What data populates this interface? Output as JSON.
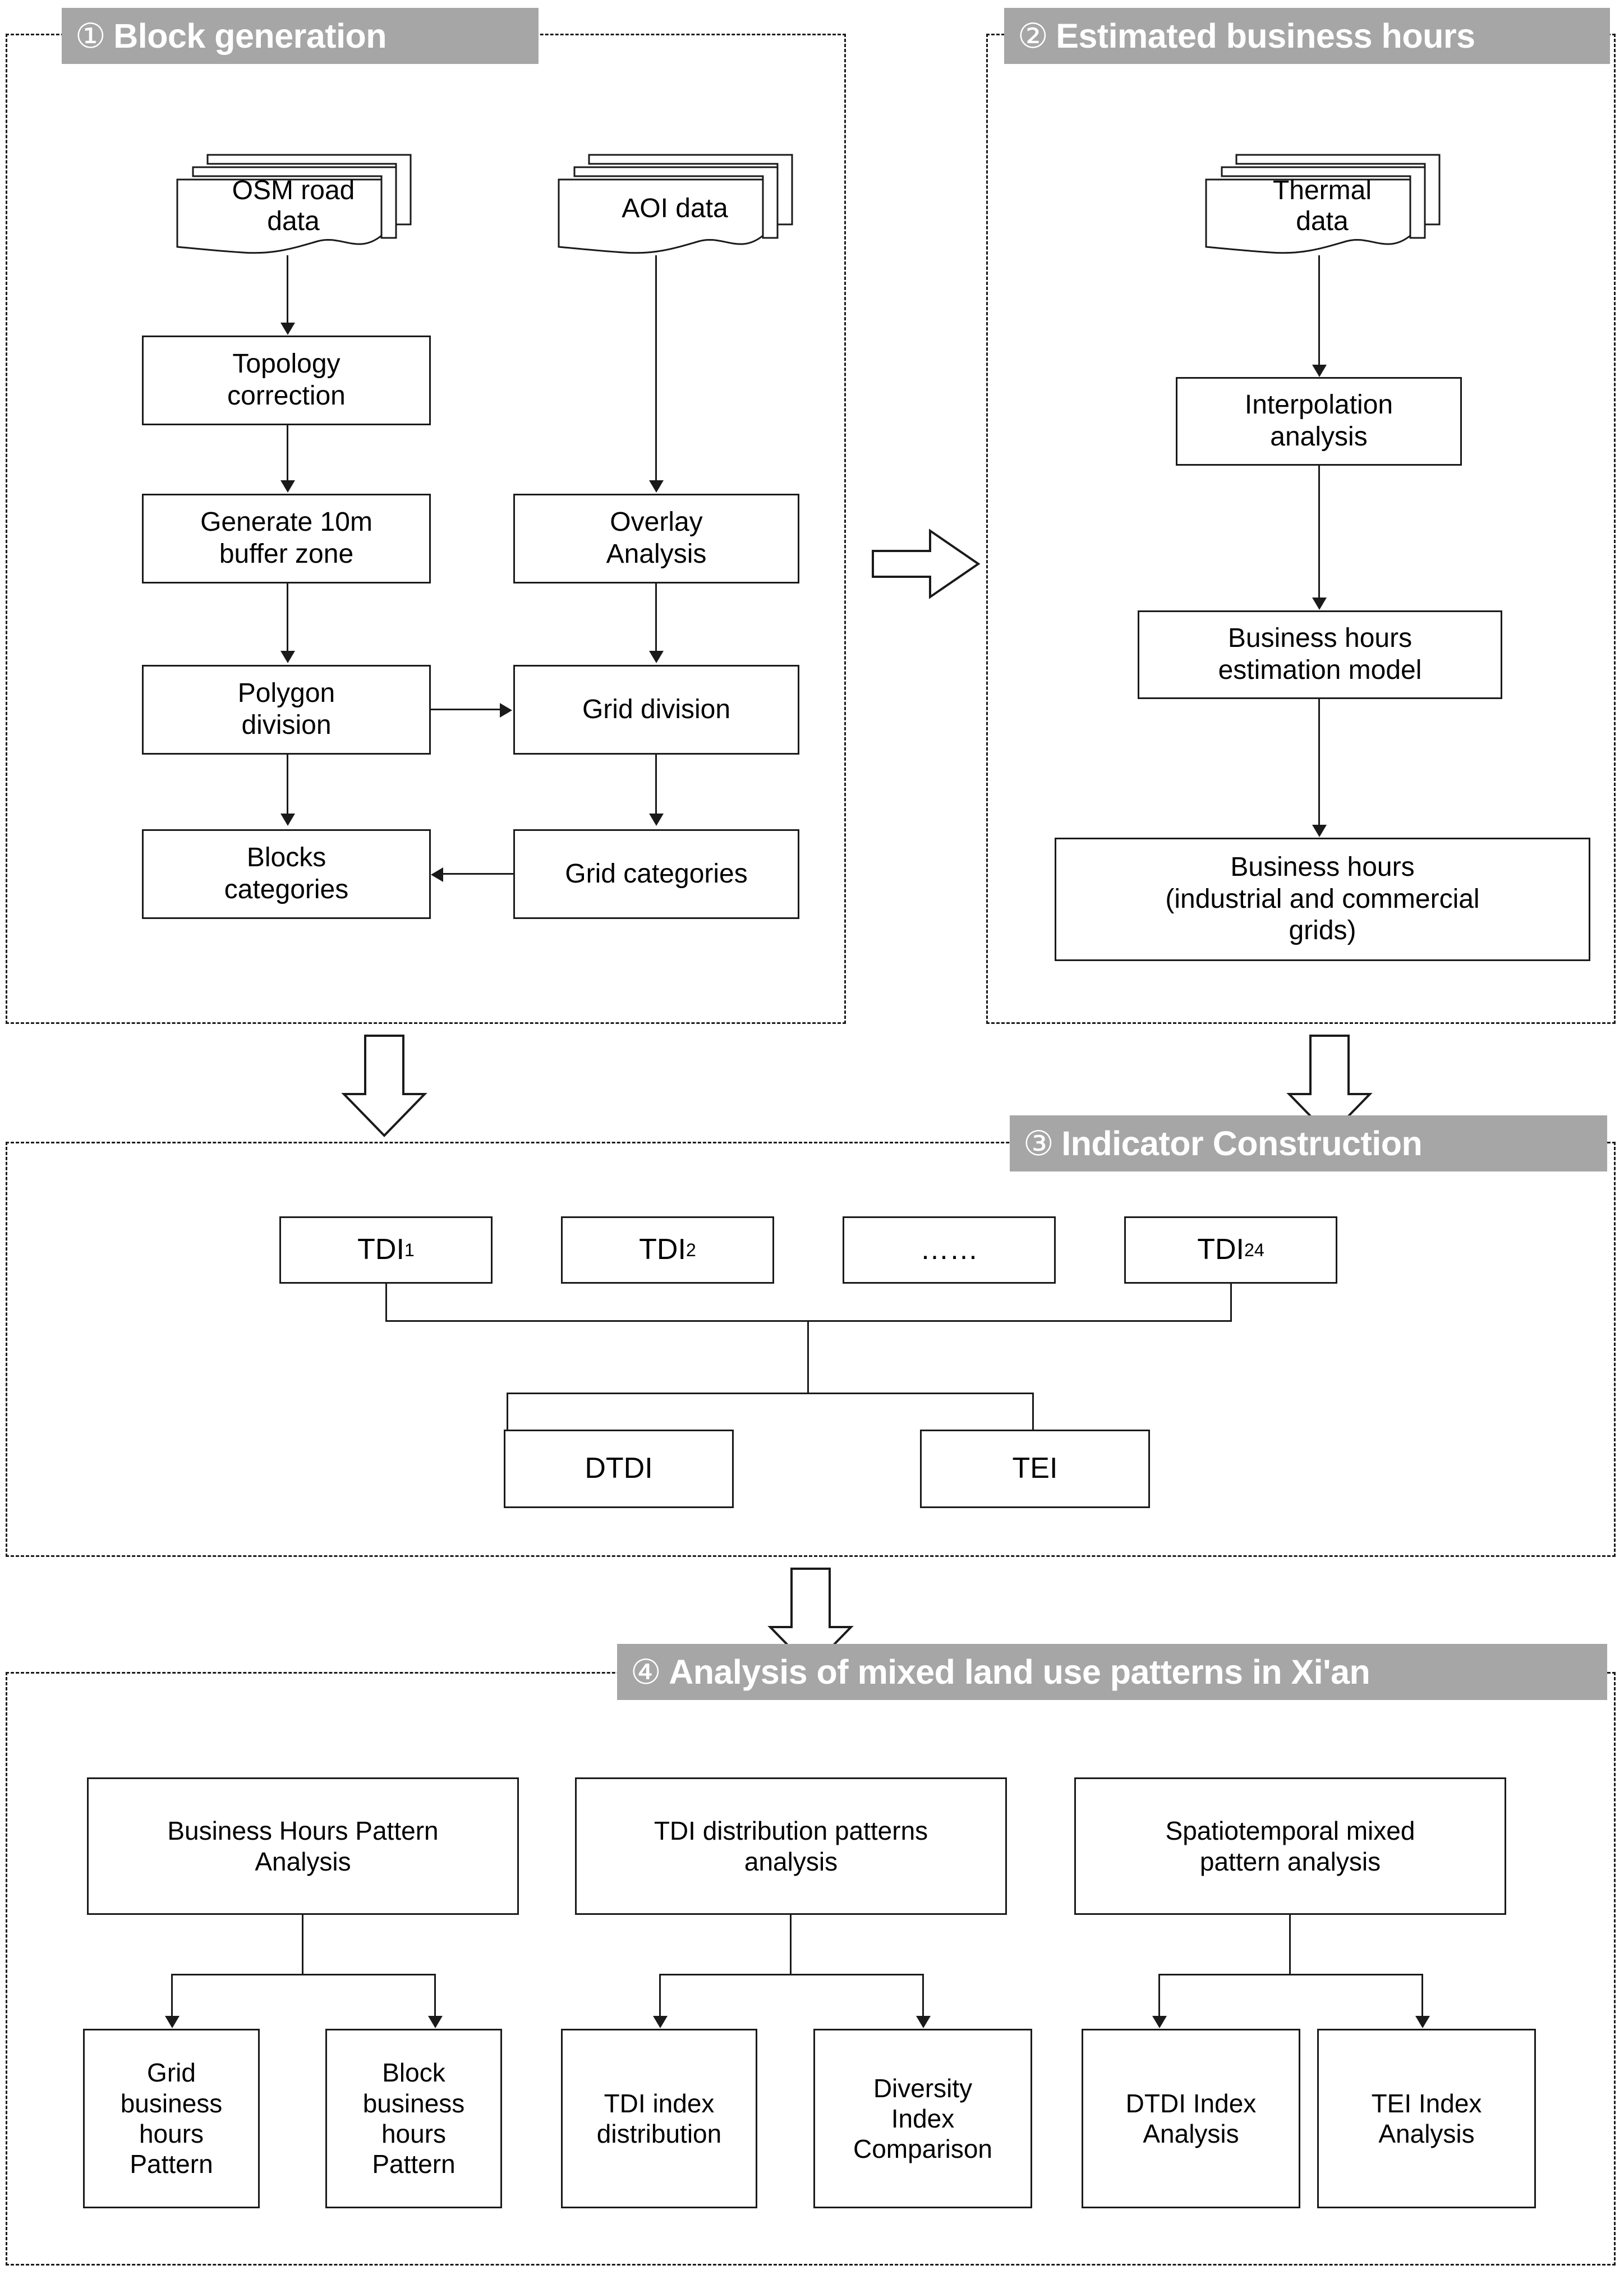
{
  "sections": [
    {
      "number": "①",
      "title": "Block generation"
    },
    {
      "number": "②",
      "title": "Estimated business hours"
    },
    {
      "number": "③",
      "title": "Indicator Construction"
    },
    {
      "number": "④",
      "title": "Analysis of mixed land use patterns in Xi'an"
    }
  ],
  "section1": {
    "sources": [
      {
        "label": "OSM road\ndata"
      },
      {
        "label": "AOI data"
      }
    ],
    "boxes": [
      {
        "label": "Topology\ncorrection"
      },
      {
        "label": "Generate 10m\nbuffer zone"
      },
      {
        "label": "Polygon\ndivision"
      },
      {
        "label": "Blocks\ncategories"
      },
      {
        "label": "Overlay\nAnalysis"
      },
      {
        "label": "Grid division"
      },
      {
        "label": "Grid categories"
      }
    ]
  },
  "section2": {
    "sources": [
      {
        "label": "Thermal\ndata"
      }
    ],
    "boxes": [
      {
        "label": "Interpolation\nanalysis"
      },
      {
        "label": "Business hours\nestimation model"
      },
      {
        "label": "Business hours\n(industrial and commercial\ngrids)"
      }
    ]
  },
  "section3": {
    "tdi": [
      {
        "base": "TDI",
        "sub": "1"
      },
      {
        "base": "TDI",
        "sub": "2"
      },
      {
        "base": "……",
        "sub": ""
      },
      {
        "base": "TDI",
        "sub": "24"
      }
    ],
    "indices": [
      {
        "label": "DTDI"
      },
      {
        "label": "TEI"
      }
    ]
  },
  "section4": {
    "top": [
      {
        "label": "Business Hours Pattern\nAnalysis"
      },
      {
        "label": "TDI distribution patterns\nanalysis"
      },
      {
        "label": "Spatiotemporal mixed\npattern analysis"
      }
    ],
    "bottom": [
      {
        "label": "Grid\nbusiness\nhours\nPattern"
      },
      {
        "label": "Block\nbusiness\nhours\nPattern"
      },
      {
        "label": "TDI index\ndistribution"
      },
      {
        "label": "Diversity\nIndex\nComparison"
      },
      {
        "label": "DTDI Index\nAnalysis"
      },
      {
        "label": "TEI Index\nAnalysis"
      }
    ]
  },
  "colors": {
    "header_bg": "#a6a6a6",
    "header_text": "#ffffff",
    "stroke": "#1a1a1a",
    "box_bg": "#ffffff"
  },
  "flow_arrows": {
    "s1_to_s2": "right-block-arrow",
    "s1_to_s3": "down-block-arrow",
    "s2_to_s3": "down-block-arrow",
    "s3_to_s4": "down-block-arrow"
  }
}
